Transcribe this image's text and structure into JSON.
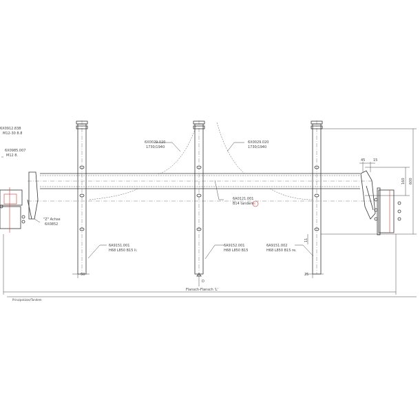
{
  "labels": {
    "bolt1": [
      "6X0912.838",
      "M12-30   8.8"
    ],
    "bolt2": [
      "6X0985.007",
      "M12   8."
    ],
    "spring_left": [
      "6X0029.020",
      "1730/1940"
    ],
    "spring_right": [
      "6X0029.020",
      "1730/1940"
    ],
    "tube": [
      "6A0121.001",
      "B14 tandem"
    ],
    "axle": [
      "\"Z\" Achse",
      "6X0852"
    ],
    "post_left": [
      "6A9151.001",
      "H68 L850 B15 li."
    ],
    "post_mid": [
      "6A9152.001",
      "H68 L850 B15"
    ],
    "post_right": [
      "6A9151.002",
      "H68 L850 B15 re."
    ]
  },
  "dimensions": {
    "post_left_width": "50",
    "post_right_offset": "25",
    "small_offset": "11",
    "hub_a": "45",
    "hub_b": "15",
    "height_160": "160",
    "height_600": "600",
    "flange": "Flansch-Flansch 'L'",
    "arrow_mark": "D"
  },
  "footer": "Prinzipskizze/Tandem",
  "warning_mark": "!",
  "colors": {
    "line": "#333333",
    "mark": "#cc3333"
  }
}
